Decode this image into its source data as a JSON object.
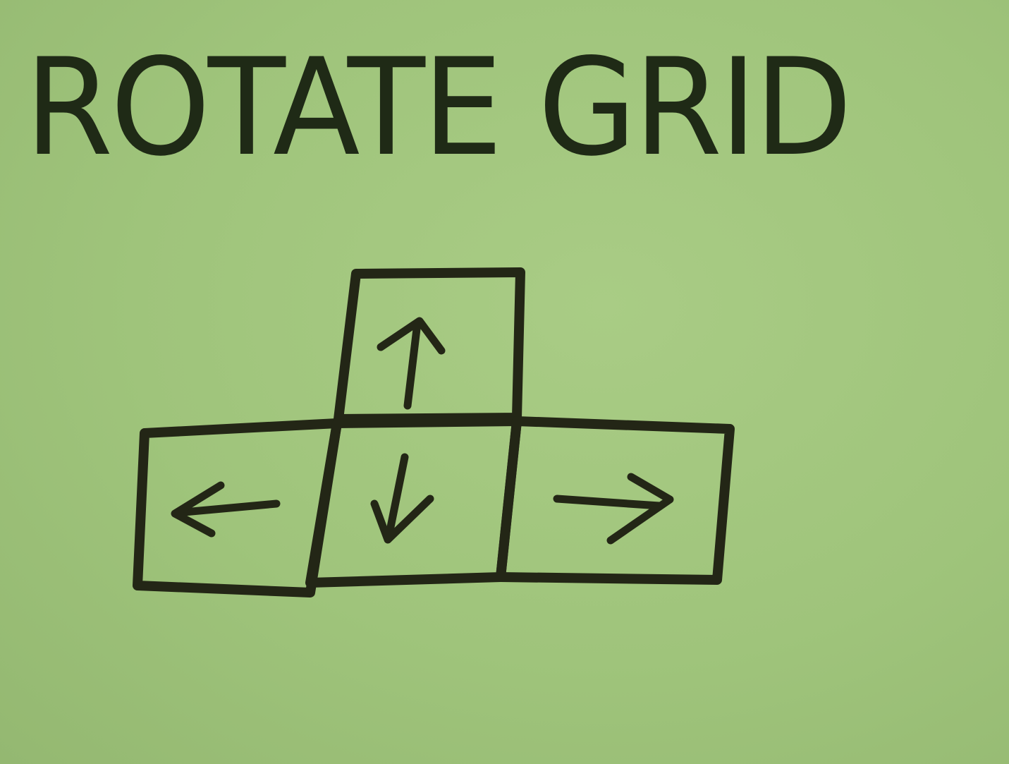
{
  "title": "ROTATE GRID",
  "colors": {
    "paper": "#a2c67e",
    "ink": "#232616"
  },
  "keys": [
    {
      "name": "up",
      "icon": "arrow-up-icon"
    },
    {
      "name": "left",
      "icon": "arrow-left-icon"
    },
    {
      "name": "down",
      "icon": "arrow-down-icon"
    },
    {
      "name": "right",
      "icon": "arrow-right-icon"
    }
  ]
}
